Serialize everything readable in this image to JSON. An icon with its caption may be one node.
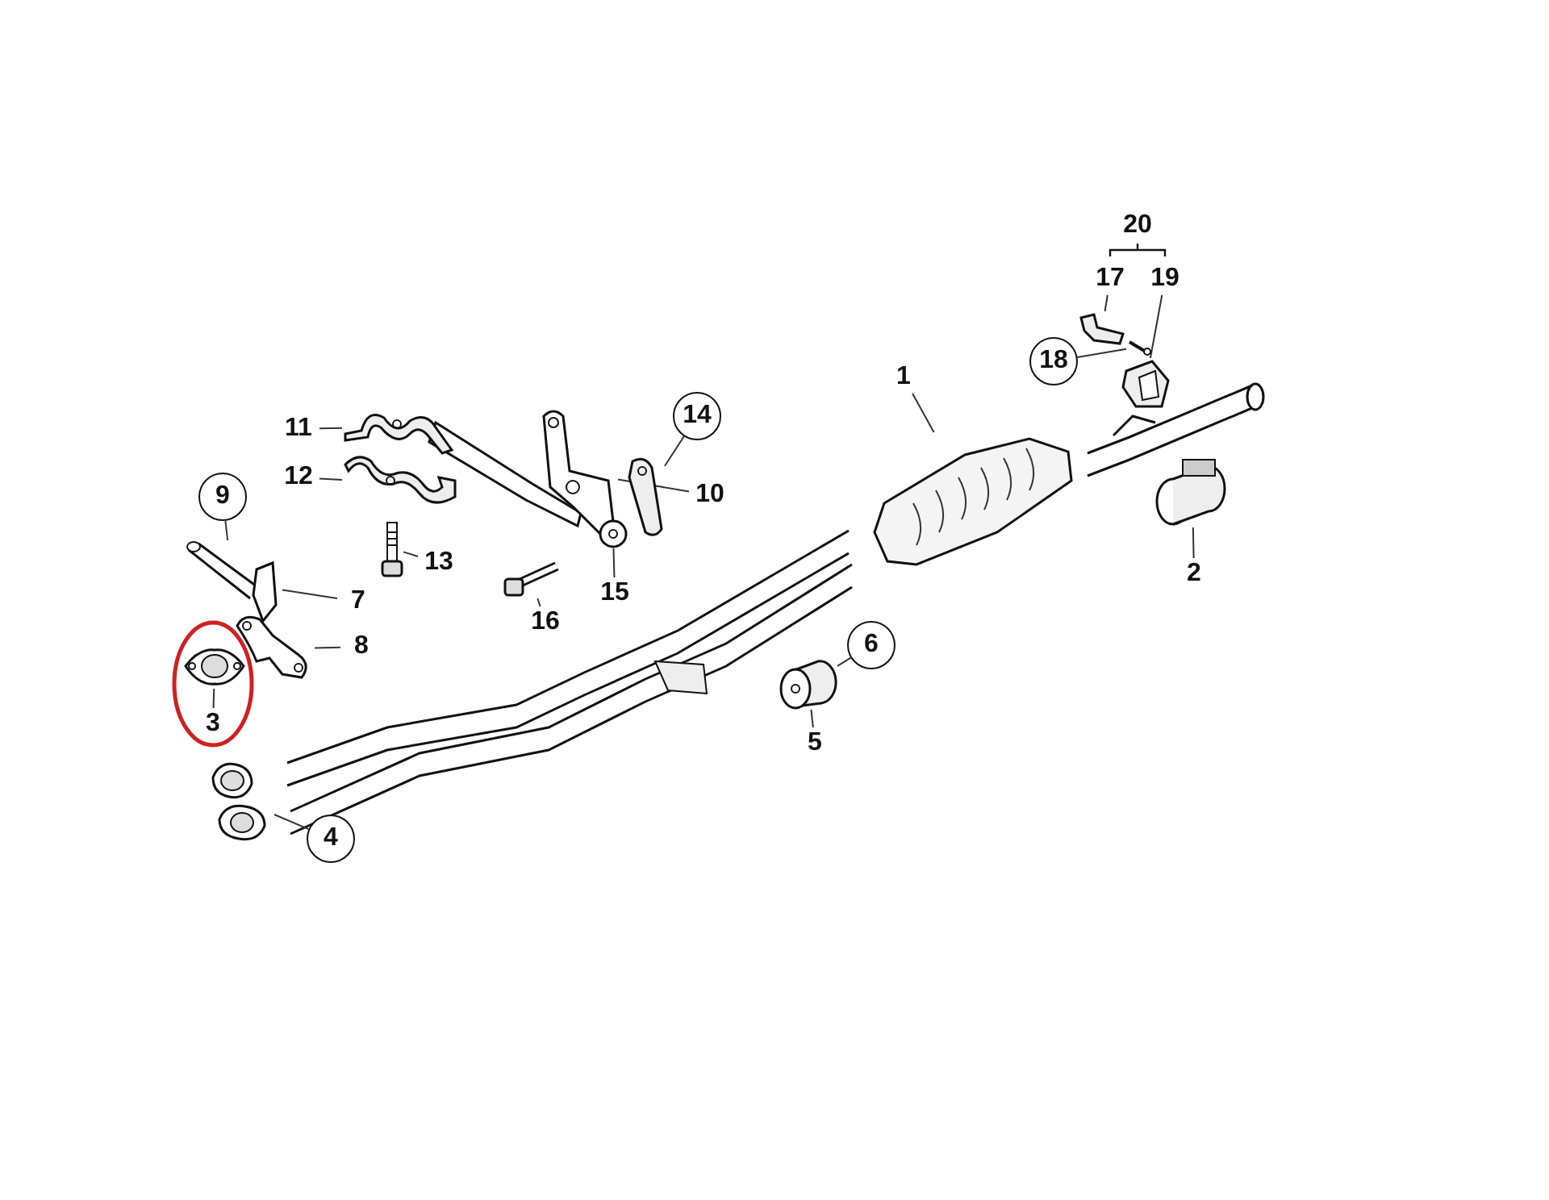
{
  "diagram": {
    "nodes": [
      {
        "text": [
          "1"
        ]
      },
      {
        "text": [
          "2"
        ]
      },
      {
        "text": [
          "3"
        ]
      },
      {
        "text": [
          "4"
        ]
      },
      {
        "text": [
          "5"
        ]
      },
      {
        "text": [
          "6"
        ]
      },
      {
        "text": [
          "7"
        ]
      },
      {
        "text": [
          "8"
        ]
      },
      {
        "text": [
          "9"
        ]
      },
      {
        "text": [
          "10"
        ]
      },
      {
        "text": [
          "11"
        ]
      },
      {
        "text": [
          "12"
        ]
      },
      {
        "text": [
          "13"
        ]
      },
      {
        "text": [
          "14"
        ]
      },
      {
        "text": [
          "15"
        ]
      },
      {
        "text": [
          "16"
        ]
      },
      {
        "text": [
          "17"
        ]
      },
      {
        "text": [
          "18"
        ]
      },
      {
        "text": [
          "19"
        ]
      },
      {
        "text": [],
        "shape": "picture"
      },
      {
        "text": [],
        "shape": "picture"
      },
      {
        "text": [],
        "shape": "picture"
      },
      {
        "text": [],
        "shape": "picture"
      },
      {
        "text": [],
        "shape": "picture"
      },
      {
        "text": [],
        "shape": "picture"
      },
      {
        "text": [],
        "shape": "picture"
      },
      {
        "text": [],
        "shape": "picture"
      },
      {
        "text": [],
        "shape": "picture"
      },
      {
        "text": [],
        "shape": "picture"
      },
      {
        "text": [],
        "shape": "picture"
      },
      {
        "text": [],
        "shape": "picture"
      },
      {
        "text": [],
        "shape": "picture"
      },
      {
        "text": [],
        "shape": "picture"
      },
      {
        "text": [],
        "shape": "picture"
      },
      {
        "text": [],
        "shape": "picture"
      },
      {
        "text": [],
        "shape": "picture"
      }
    ],
    "edges": [
      {
        "from": 0,
        "to": 19,
        "arrow": "none"
      },
      {
        "from": 1,
        "to": 20,
        "arrow": "none"
      },
      {
        "from": 2,
        "to": 21,
        "arrow": "none"
      },
      {
        "from": 3,
        "to": 22,
        "arrow": "none"
      },
      {
        "from": 4,
        "to": 23,
        "arrow": "none"
      },
      {
        "from": 5,
        "to": 23,
        "arrow": "none"
      },
      {
        "from": 6,
        "to": 24,
        "arrow": "none"
      },
      {
        "from": 7,
        "to": 25,
        "arrow": "none"
      },
      {
        "from": 8,
        "to": 24,
        "arrow": "none"
      },
      {
        "from": 9,
        "to": 26,
        "arrow": "none"
      },
      {
        "from": 10,
        "to": 27,
        "arrow": "none"
      },
      {
        "from": 11,
        "to": 28,
        "arrow": "none"
      },
      {
        "from": 12,
        "to": 29,
        "arrow": "none"
      },
      {
        "from": 13,
        "to": 30,
        "arrow": "none"
      },
      {
        "from": 14,
        "to": 31,
        "arrow": "none"
      },
      {
        "from": 15,
        "to": 32,
        "arrow": "none"
      },
      {
        "from": 16,
        "to": 33,
        "arrow": "none"
      },
      {
        "from": 17,
        "to": 34,
        "arrow": "none"
      },
      {
        "from": 18,
        "to": 35,
        "arrow": "none"
      }
    ],
    "labels": [
      "20"
    ]
  }
}
